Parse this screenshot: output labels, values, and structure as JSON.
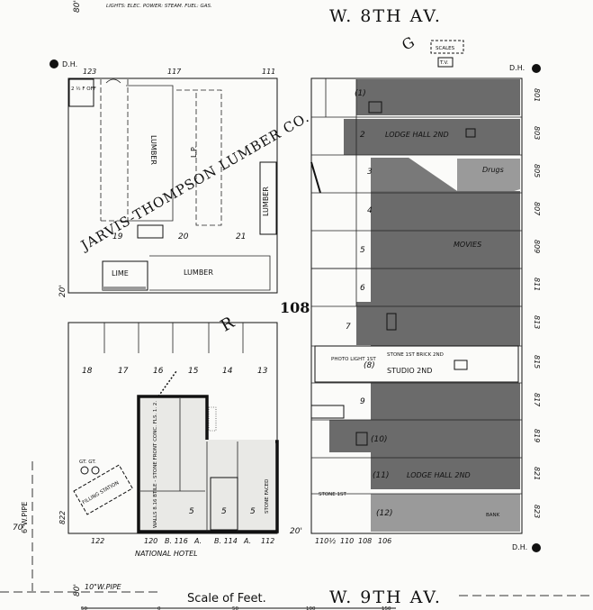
{
  "header": {
    "legend_top": "LIGHTS: ELEC. POWER: STEAM. FUEL: GAS.",
    "street_north": "W.  8TH  AV.",
    "street_south": "W.  9TH  AV.",
    "scale_label": "Scale of Feet.",
    "scales_label": "SCALES",
    "scales_sub": "T.V."
  },
  "markers": {
    "dh": "D.H.",
    "block_number": "108",
    "r_letter": "R",
    "g_letter": "G",
    "dim_80": "80'",
    "dim_20": "20'",
    "dim_70": "70'",
    "dim_20b": "20'",
    "dim_80b": "80'"
  },
  "pipes": {
    "vertical": "6\"W.PIPE",
    "horizontal": "10\"W.PIPE"
  },
  "west_block": {
    "company": "JARVIS-THOMPSON LUMBER CO.",
    "addr_top": [
      "123",
      "117",
      "111"
    ],
    "office": "2 ½ F OFF",
    "labels": [
      "LUMBER",
      "L.P.",
      "LUMBER",
      "LIME",
      "LUMBER"
    ],
    "lot_nums": [
      "19",
      "20",
      "21"
    ],
    "lots_south": [
      "18",
      "17",
      "16",
      "15",
      "14",
      "13"
    ],
    "filling_station": "FILLING STATION",
    "gt": "GT. GT.",
    "hotel": "NATIONAL HOTEL",
    "hotel_note": "WALLS 8.16 BTILE - STONE FRONT CONC. FLS. 1. 2.",
    "stone_front": "STONE FACED",
    "addr_bottom": [
      "122",
      "120",
      "B. 116",
      "A.",
      "B. 114",
      "A.",
      "112"
    ],
    "addr_822": "822"
  },
  "east_block": {
    "labels": [
      "LODGE HALL 2ND",
      "Drugs",
      "MOVIES",
      "STONE 1ST  BRICK 2ND",
      "PHOTO LIGHT 1ST",
      "STUDIO 2ND",
      "LODGE HALL 2ND",
      "STONE 1ST",
      "BANK"
    ],
    "lot_nums": [
      "(1)",
      "2",
      "3",
      "4",
      "5",
      "6",
      "7",
      "(8)",
      "9",
      "(10)",
      "(11)",
      "(12)"
    ],
    "addr_right": [
      "801",
      "803",
      "805",
      "807",
      "809",
      "811",
      "813",
      "815",
      "817",
      "819",
      "821",
      "823"
    ],
    "addr_bottom": [
      "110½",
      "110",
      "108",
      "106"
    ]
  },
  "scale": {
    "ticks": [
      "50",
      "0",
      "50",
      "100",
      "150"
    ]
  }
}
